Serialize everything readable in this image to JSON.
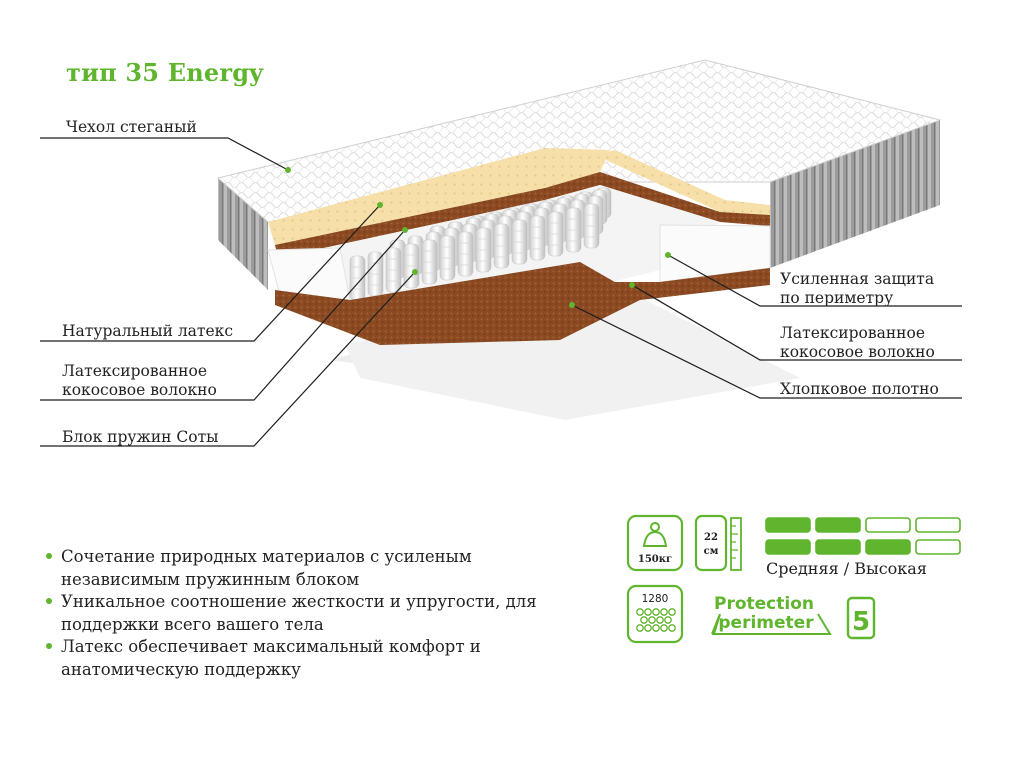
{
  "title": "тип 35 Energy",
  "labels": {
    "cover": "Чехол стеганый",
    "natural_latex": "Натуральный латекс",
    "latex_coir_left_1": "Латексированное",
    "latex_coir_left_2": "кокосовое волокно",
    "spring_block": "Блок пружин Соты",
    "perimeter_1": "Усиленная защита",
    "perimeter_2": "по периметру",
    "latex_coir_right_1": "Латексированное",
    "latex_coir_right_2": "кокосовое волокно",
    "cotton": "Хлопковое полотно"
  },
  "bullets": [
    {
      "line1": "Сочетание природных материалов с усиленым",
      "line2": "независимым пружинным блоком"
    },
    {
      "line1": "Уникальное соотношение жесткости и упругости, для",
      "line2": "поддержки всего вашего тела"
    },
    {
      "line1": "Латекс обеспечивает максимальный комфорт и",
      "line2": "анатомическую поддержку"
    }
  ],
  "features": {
    "weight": "150кг",
    "height_value": "22",
    "height_unit": "см",
    "springs": "1280",
    "protection_line1": "Protection",
    "protection_line2": "perimeter",
    "warranty": "5",
    "hardness": "Средняя / Высокая",
    "hardness_side_a_level": 2,
    "hardness_side_b_level": 3,
    "hardness_scale_max": 4
  },
  "colors": {
    "accent": "#5fb52d",
    "cover": "#ffffff",
    "side": "#9a9a9a",
    "latex": "#f5deaa",
    "coir": "#8b4a22",
    "cotton": "#eeeeee"
  }
}
